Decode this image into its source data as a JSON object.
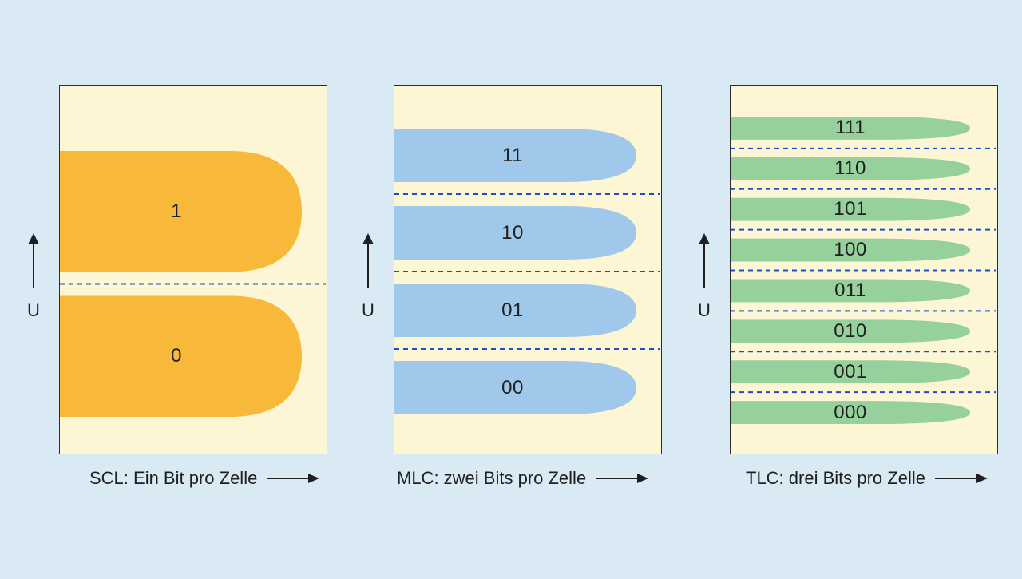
{
  "axis_label": "U",
  "panels": [
    {
      "id": "slc",
      "caption": "SCL: Ein Bit pro Zelle",
      "color": "#f8b93a",
      "states": [
        "1",
        "0"
      ]
    },
    {
      "id": "mlc",
      "caption": "MLC: zwei Bits pro Zelle",
      "color": "#9fc8ea",
      "states": [
        "11",
        "10",
        "01",
        "00"
      ]
    },
    {
      "id": "tlc",
      "caption": "TLC: drei Bits pro Zelle",
      "color": "#96d09d",
      "states": [
        "111",
        "110",
        "101",
        "100",
        "011",
        "010",
        "001",
        "000"
      ]
    }
  ],
  "divider_color": "#1f4fc8"
}
